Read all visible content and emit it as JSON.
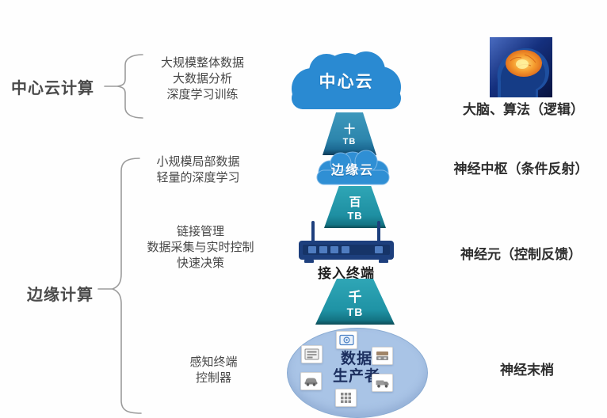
{
  "left": {
    "central_label": "中心云计算",
    "central_desc": [
      "大规模整体数据",
      "大数据分析",
      "深度学习训练"
    ],
    "edge_label": "边缘计算",
    "edge_desc_cloud": [
      "小规模局部数据",
      "轻量的深度学习"
    ],
    "edge_desc_access": [
      "链接管理",
      "数据采集与实时控制",
      "快速决策"
    ],
    "edge_desc_device": [
      "感知终端",
      "控制器"
    ]
  },
  "center": {
    "central_cloud_label": "中心云",
    "edge_cloud_label": "边缘云",
    "funnel_top": {
      "value": "十",
      "unit": "TB"
    },
    "funnel_mid": {
      "value": "百",
      "unit": "TB"
    },
    "funnel_bottom": {
      "value": "千",
      "unit": "TB"
    },
    "router_label": "接入终端",
    "producers": {
      "line1": "数据",
      "line2": "生产者"
    },
    "producer_icons": [
      "camera",
      "meter",
      "machine",
      "car",
      "truck",
      "grid"
    ]
  },
  "right": {
    "brain_caption": "大脑、算法（逻辑）",
    "mid_label": "神经中枢（条件反射）",
    "neuron_label": "神经元（控制反馈）",
    "ending_label": "神经末梢"
  },
  "colors": {
    "cloud_blue": "#2a8ad2",
    "funnel_teal": "#1f93a5",
    "funnel_steel_blue": "#2d86ad",
    "router_navy": "#1d3f7d",
    "ellipse_fill": "#a9c4e6",
    "producer_text": "#1c2f5f",
    "brace_gray": "#9b9b9b",
    "body_text": "#474747",
    "label_text": "#2e2e2e"
  }
}
